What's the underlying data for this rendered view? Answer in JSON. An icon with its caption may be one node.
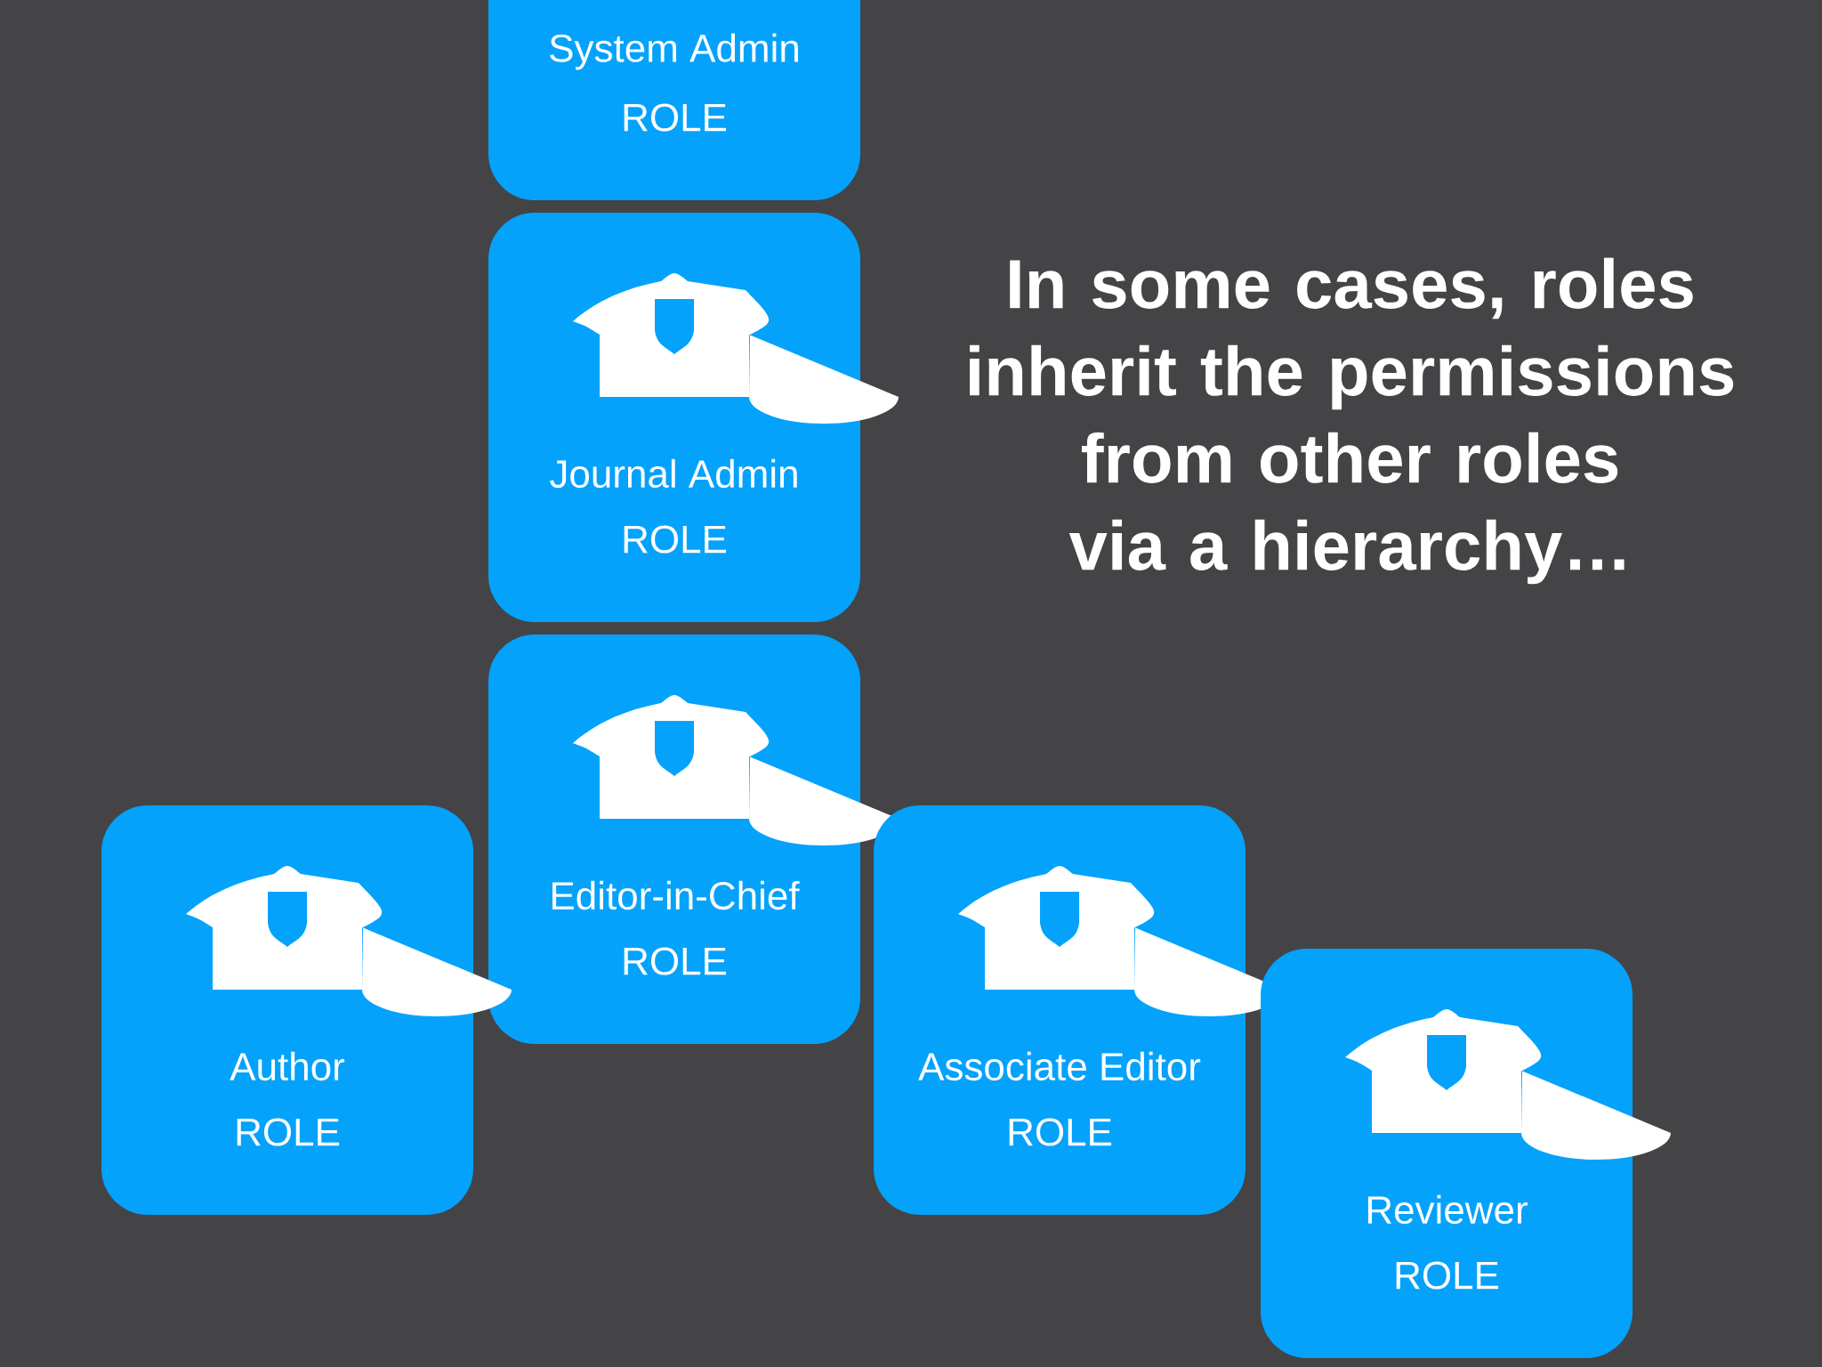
{
  "diagram": {
    "nodes": [
      {
        "text": [
          "System Admin",
          "ROLE"
        ]
      },
      {
        "text": [
          "Journal Admin",
          "ROLE"
        ]
      },
      {
        "text": [
          "Editor-in-Chief",
          "ROLE"
        ]
      },
      {
        "text": [
          "Author",
          "ROLE"
        ]
      },
      {
        "text": [
          "Associate Editor",
          "ROLE"
        ]
      },
      {
        "text": [
          "Reviewer",
          "ROLE"
        ]
      }
    ],
    "labels": [
      "In some cases, roles inherit the permissions from other roles via a hierarchy…"
    ]
  }
}
